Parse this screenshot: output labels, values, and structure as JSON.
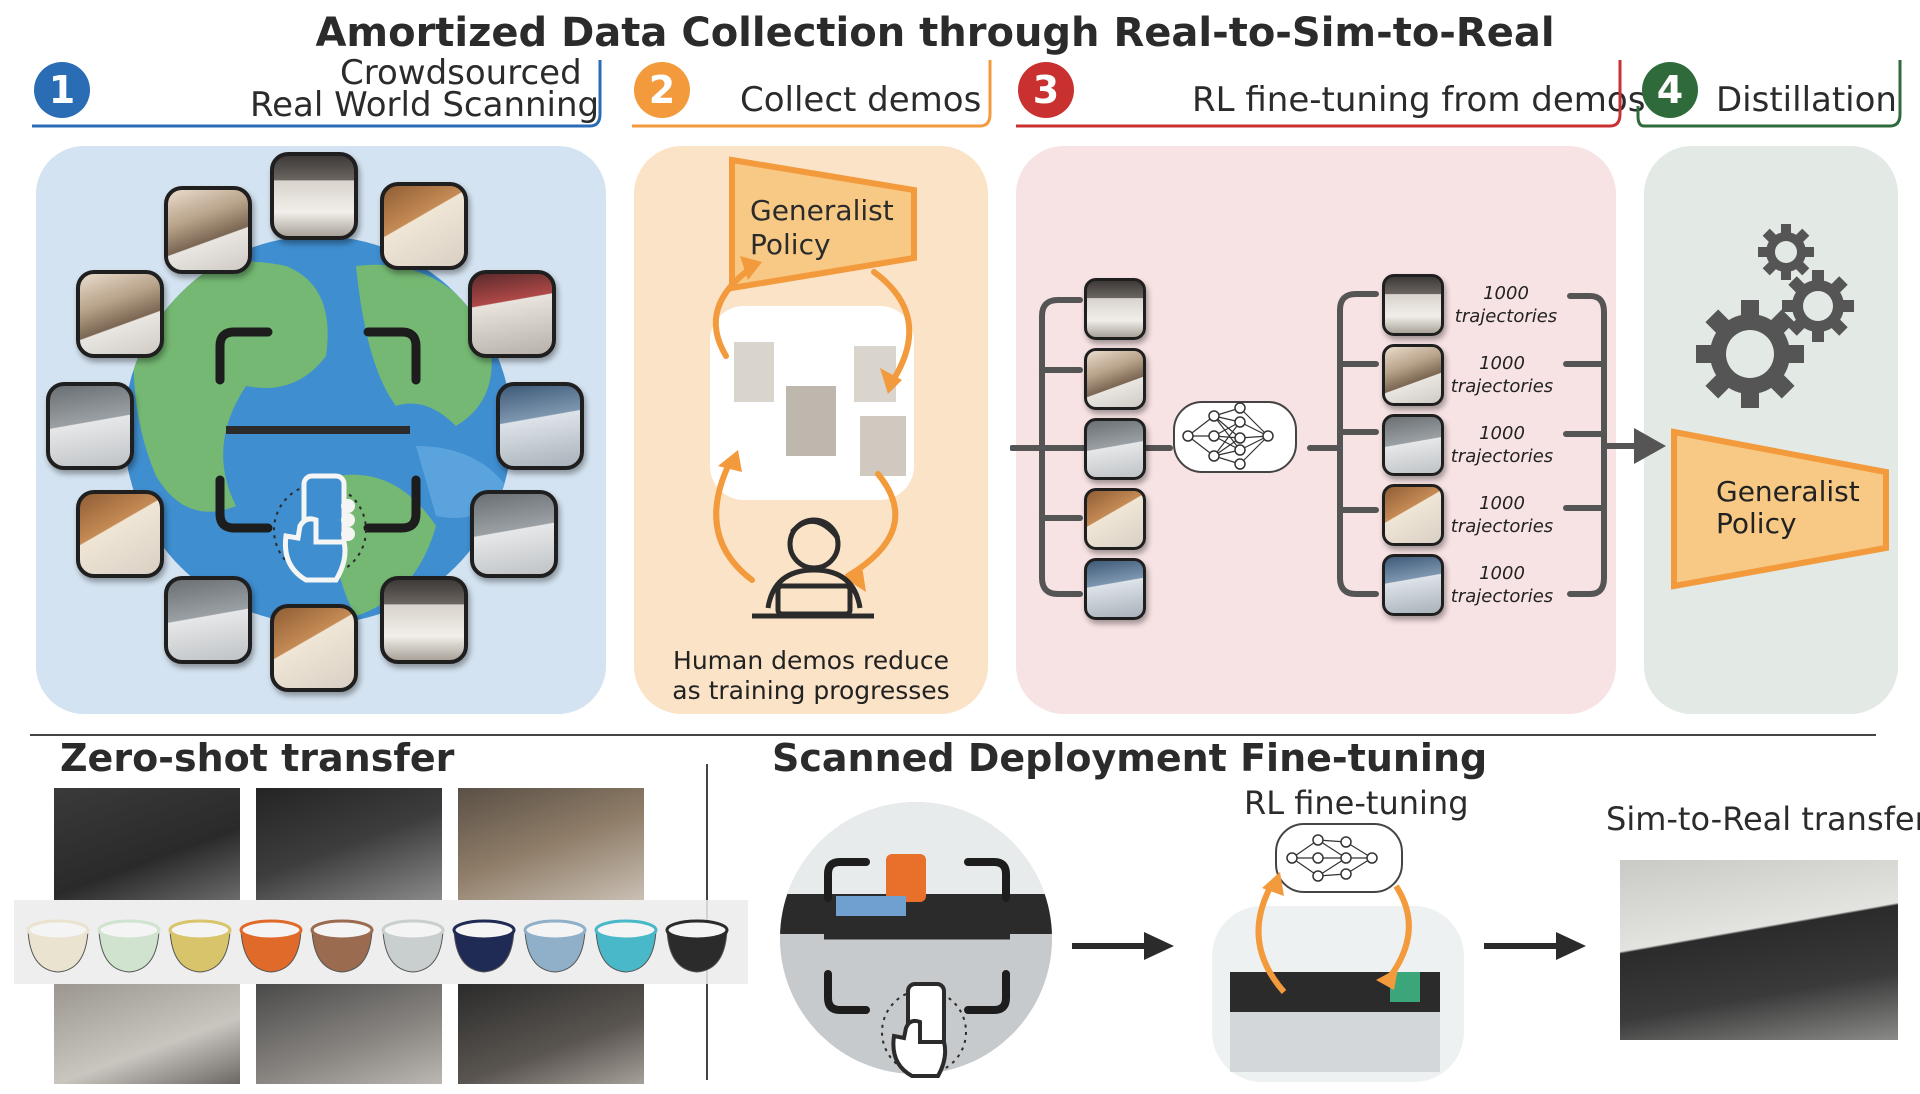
{
  "title": "Amortized Data Collection through Real-to-Sim-to-Real",
  "steps": [
    {
      "number": "1",
      "line1": "Crowdsourced",
      "line2": "Real World Scanning",
      "color": "#2a6db5"
    },
    {
      "number": "2",
      "label": "Collect demos",
      "color": "#f29a3c"
    },
    {
      "number": "3",
      "label": "RL fine-tuning from demos",
      "color": "#c8312f"
    },
    {
      "number": "4",
      "label": "Distillation",
      "color": "#2f6b3a"
    }
  ],
  "policy_line1": "Generalist",
  "policy_line2": "Policy",
  "human_line1": "Human demos reduce",
  "human_line2": "as training progresses",
  "trajectories": [
    {
      "count": "1000",
      "label": "trajectories"
    },
    {
      "count": "1000",
      "label": "trajectories"
    },
    {
      "count": "1000",
      "label": "trajectories"
    },
    {
      "count": "1000",
      "label": "trajectories"
    },
    {
      "count": "1000",
      "label": "trajectories"
    }
  ],
  "bottom": {
    "zero_shot": "Zero-shot transfer",
    "scanned_finetune": "Scanned Deployment Fine-tuning",
    "rl_finetune": "RL fine-tuning",
    "sim_to_real": "Sim-to-Real transfer"
  },
  "colors": {
    "panel1": "#d4e3f1",
    "panel2": "#fbe3c8",
    "panel3": "#f8e3e4",
    "panel4": "#e3e9e4",
    "policy_fill": "#f7c984",
    "arrow_orange": "#f29a3c",
    "dark": "#3a3a3a"
  },
  "bowls": [
    "#e9e3cf",
    "#cfe3cf",
    "#d8c46a",
    "#e06a2a",
    "#9a6b4f",
    "#c9cfcf",
    "#1f2a55",
    "#8fb0c8",
    "#49b8c8",
    "#2b2b2b"
  ]
}
